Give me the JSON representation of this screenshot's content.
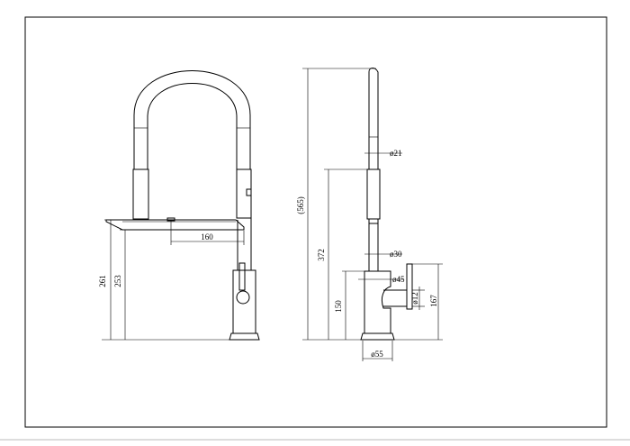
{
  "labels": {
    "front_spout_reach": "160",
    "front_height_total": "261",
    "front_height_spout": "253",
    "side_height_overall": "(565)",
    "side_height_spring": "372",
    "side_height_lever": "150",
    "side_height_handle": "167",
    "side_dia_hose": "ø21",
    "side_dia_spray": "ø30",
    "side_dia_body": "ø45",
    "side_dia_handle": "ø12",
    "side_dia_base": "ø55"
  }
}
